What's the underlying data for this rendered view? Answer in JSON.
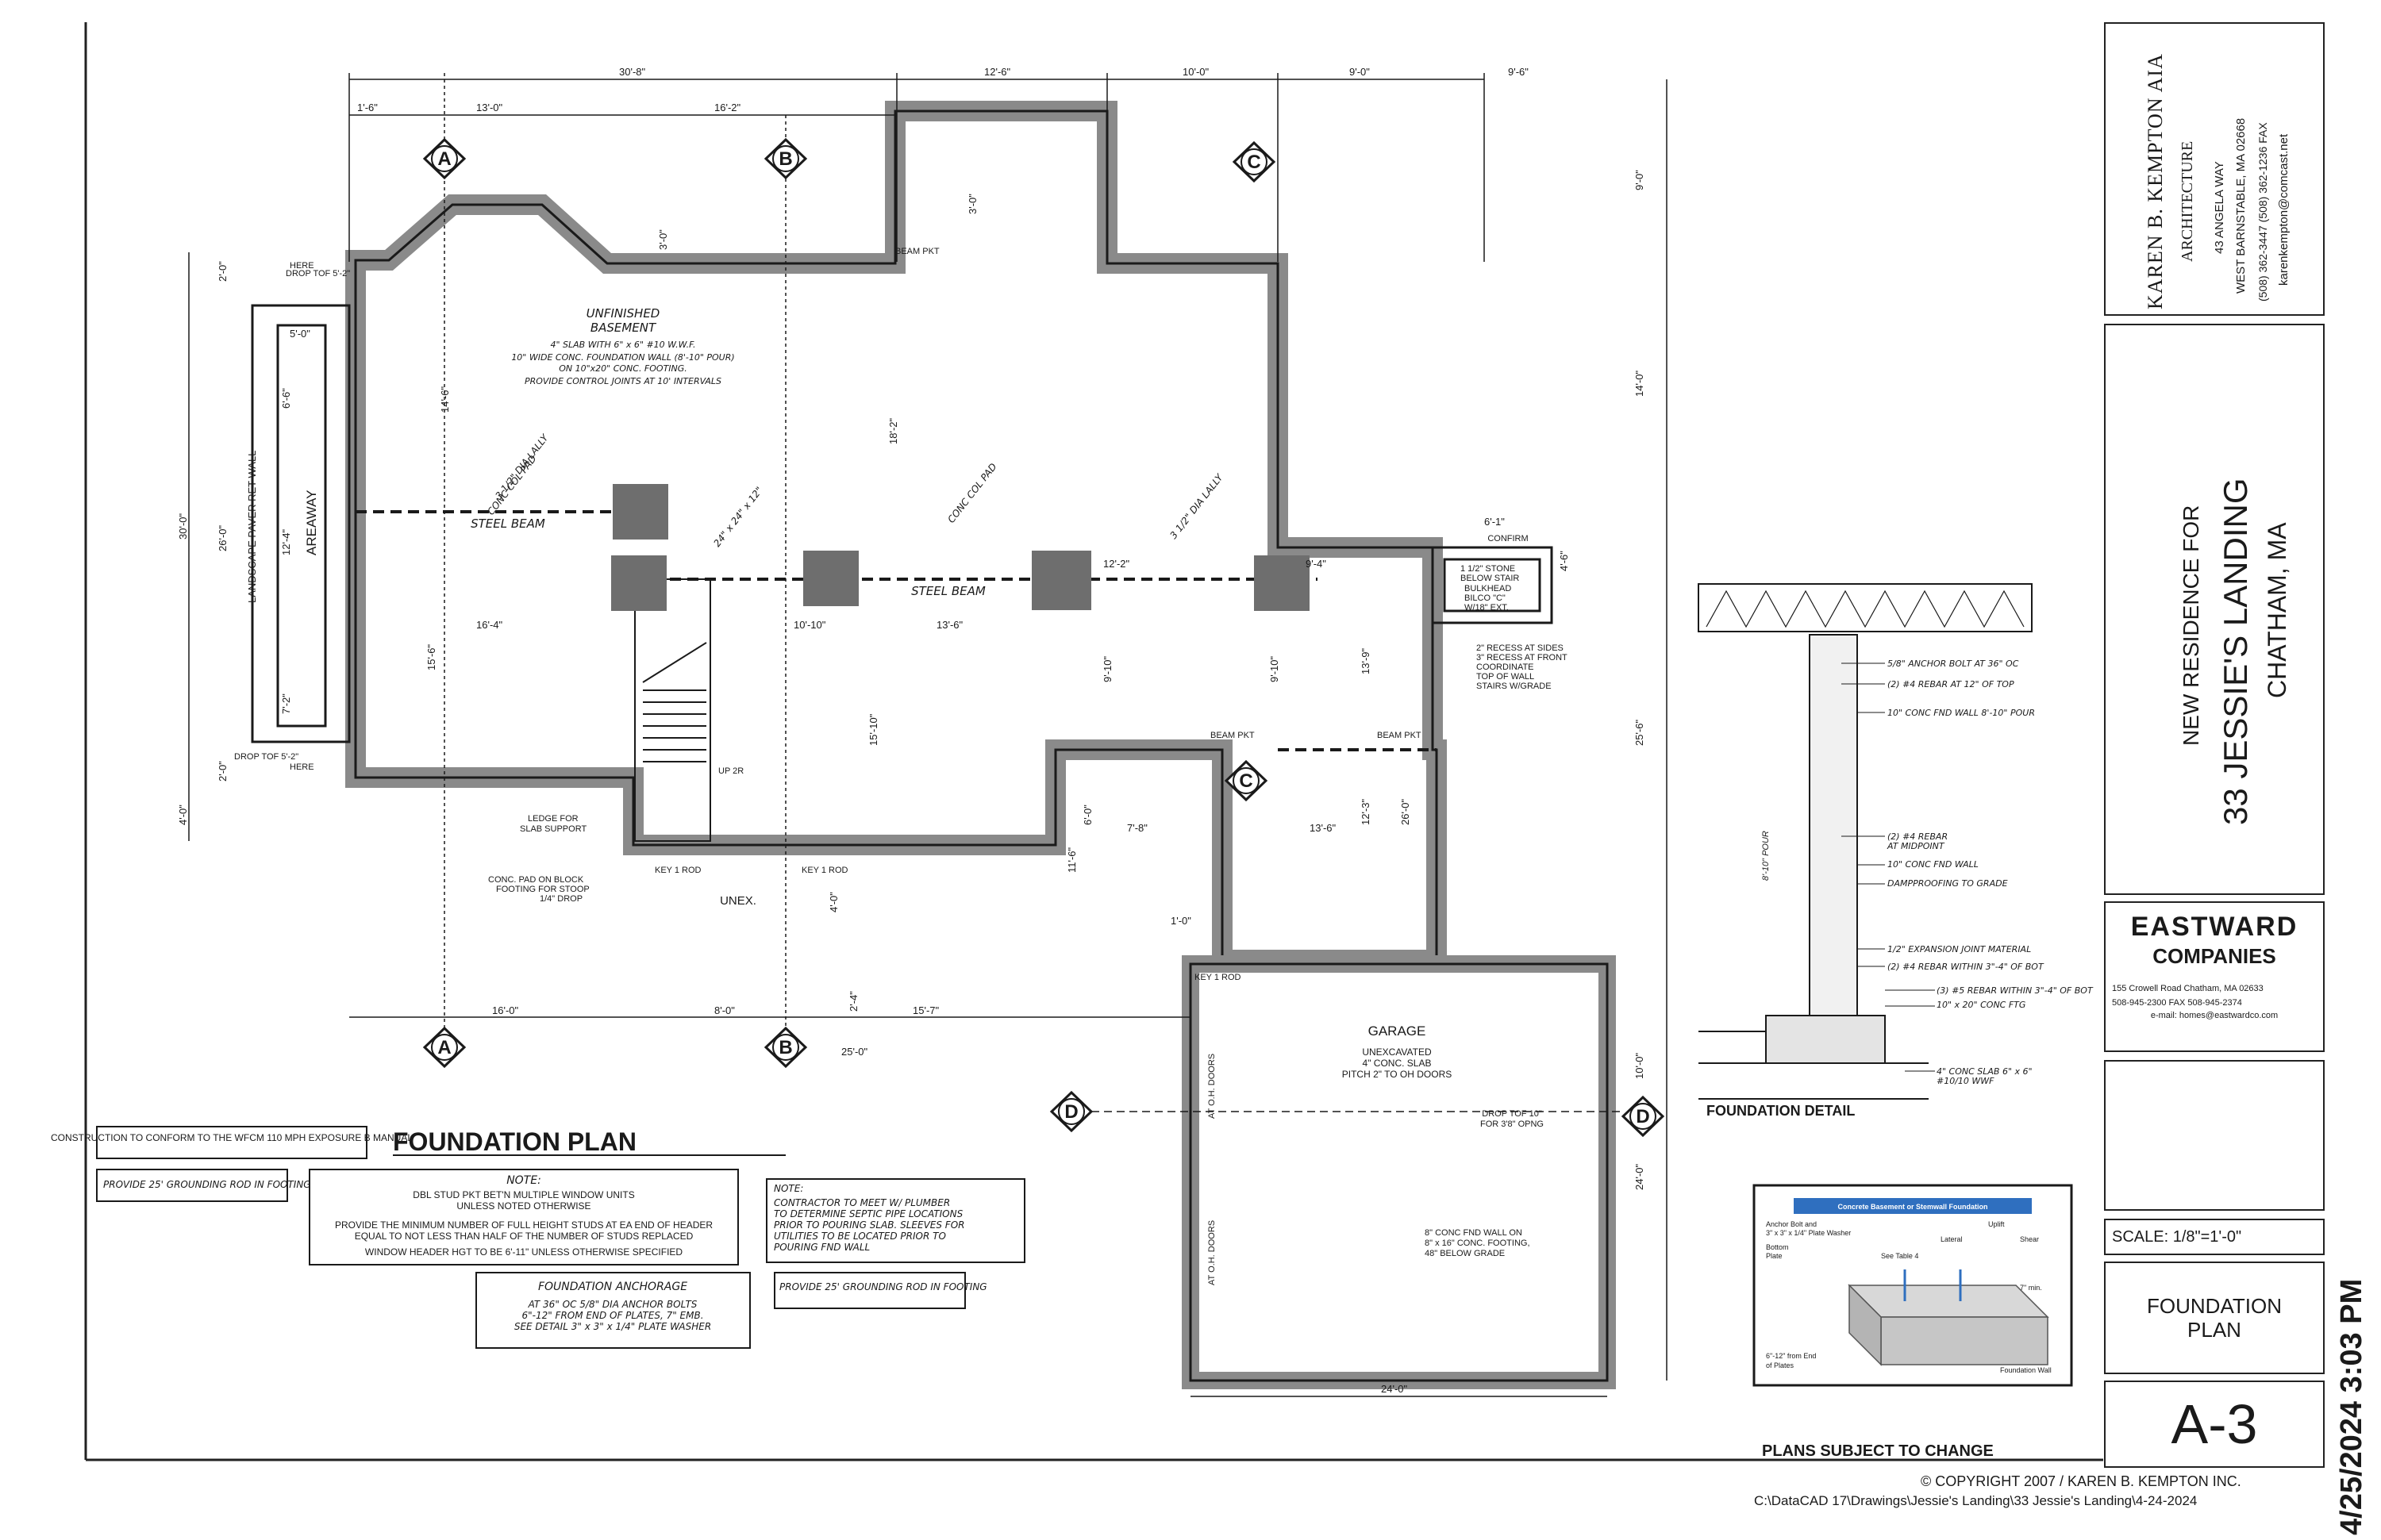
{
  "drawing": {
    "title": "FOUNDATION PLAN",
    "conformance": "CONSTRUCTION TO CONFORM TO THE WFCM 110 MPH EXPOSURE B MANUAL",
    "grounding_note": "PROVIDE 25' GROUNDING ROD IN FOOTING",
    "note_heading": "NOTE:",
    "note_lines": [
      "DBL STUD PKT BET'N MULTIPLE WINDOW UNITS",
      "UNLESS NOTED OTHERWISE",
      "PROVIDE THE MINIMUM NUMBER OF FULL HEIGHT STUDS AT EA END OF HEADER",
      "EQUAL TO NOT LESS THAN HALF OF THE NUMBER OF STUDS REPLACED",
      "WINDOW HEADER HGT TO BE 6'-11\" UNLESS OTHERWISE SPECIFIED"
    ],
    "note2_heading": "NOTE:",
    "note2_lines": [
      "CONTRACTOR TO MEET W/ PLUMBER",
      "TO DETERMINE SEPTIC PIPE LOCATIONS",
      "PRIOR TO POURING SLAB. SLEEVES FOR",
      "UTILITIES TO BE LOCATED PRIOR TO",
      "POURING FND WALL"
    ],
    "anchorage_heading": "FOUNDATION ANCHORAGE",
    "anchorage_lines": [
      "AT 36\" OC 5/8\" DIA ANCHOR BOLTS",
      "6\"-12\" FROM END OF PLATES, 7\" EMB.",
      "SEE DETAIL  3\" x 3\" x 1/4\" PLATE WASHER"
    ],
    "grounding_note_2": "PROVIDE 25' GROUNDING ROD IN FOOTING",
    "plans_subject": "PLANS SUBJECT TO CHANGE",
    "copyright": "© COPYRIGHT 2007 / KAREN B. KEMPTON INC.",
    "file_path": "C:\\DataCAD 17\\Drawings\\Jessie's Landing\\33 Jessie's Landing\\4-24-2024"
  },
  "rooms": {
    "basement_title": "UNFINISHED",
    "basement_title2": "BASEMENT",
    "basement_lines": [
      "4\" SLAB WITH 6\" x 6\" #10 W.W.F.",
      "10\" WIDE CONC. FOUNDATION WALL (8'-10\" POUR)",
      "ON 10\"x20\" CONC. FOOTING.",
      "PROVIDE CONTROL JOINTS AT 10' INTERVALS"
    ],
    "garage_title": "GARAGE",
    "garage_lines": [
      "UNEXCAVATED",
      "4\" CONC. SLAB",
      "PITCH 2\" TO OH DOORS"
    ],
    "areaway": "AREAWAY",
    "unex": "UNEX.",
    "steel_beam": "STEEL BEAM",
    "steel_beam_2": "STEEL BEAM",
    "landscape": "LANDSCAPE PAVER RET WALL",
    "confirm": "CONFIRM",
    "stone_lines": [
      "1 1/2\" STONE",
      "BELOW STAIR",
      "BULKHEAD",
      "BILCO \"C\"",
      "W/18\" EXT."
    ],
    "recess_lines": [
      "2\" RECESS AT SIDES",
      "3\" RECESS AT FRONT",
      "COORDINATE",
      "TOP OF WALL",
      "STAIRS W/GRADE"
    ],
    "ledge_lines": [
      "LEDGE FOR",
      "SLAB SUPPORT"
    ],
    "conc_pad_lines": [
      "CONC. PAD ON BLOCK",
      "FOOTING FOR STOOP",
      "1/4\" DROP"
    ],
    "drop_top_1": "DROP TOF 5'-2\"",
    "drop_top_2": "DROP TOF 5'-2\"",
    "here": "HERE",
    "here_2": "HERE",
    "drop_top_garage": "DROP TOF 10\"",
    "drop_for_ohd": "FOR 3'8\" OPNG",
    "conc_fnd_lines": [
      "8\" CONC FND WALL ON",
      "8\" x 16\" CONC. FOOTING,",
      "48\" BELOW GRADE"
    ],
    "oh_doors": "AT O.H. DOORS",
    "oh_doors_2": "AT O.H. DOORS",
    "beam_pkt": "BEAM PKT",
    "up_2r": "UP 2R",
    "key_rod": "KEY 1 ROD"
  },
  "dimensions": {
    "top": [
      "30'-8\"",
      "12'-6\"",
      "10'-0\"",
      "9'-0\"",
      "9'-6\""
    ],
    "top2": [
      "1'-6\"",
      "13'-0\"",
      "16'-2\""
    ],
    "right": [
      "9'-0\"",
      "14'-0\"",
      "25'-6\"",
      "10'-0\"",
      "24'-0\""
    ],
    "left": [
      "2'-0\"",
      "30'-0\"",
      "26'-0\"",
      "2'-0\"",
      "4'-0\""
    ],
    "bottom": [
      "16'-0\"",
      "8'-0\"",
      "15'-7\"",
      "25'-0\"",
      "24'-0\""
    ],
    "interior": [
      "16'-4\"",
      "10'-10\"",
      "13'-6\"",
      "12'-2\"",
      "9'-4\"",
      "9'-10\"",
      "15'-10\"",
      "18'-2\"",
      "14'-6\"",
      "15'-6\"",
      "5'-0\"",
      "6'-6\"",
      "12'-4\"",
      "7'-2\"",
      "7'-8\"",
      "13'-6\"",
      "13'-9\"",
      "12'-3\"",
      "26'-0\"",
      "6'-1\"",
      "4'-6\"",
      "1'-0\"",
      "3'-0\"",
      "9'-0\"",
      "6'-0\"",
      "11'-6\"",
      "4'-0\"",
      "2'-4\""
    ],
    "columns": [
      "3 1/2\" DIA LALLY",
      "24\" x 24\" x 12\"",
      "CONC COL PAD"
    ]
  },
  "grid_markers": {
    "A": "A",
    "B": "B",
    "C": "C",
    "D": "D"
  },
  "detail": {
    "title": "FOUNDATION DETAIL",
    "lines": [
      "5/8\" ANCHOR BOLT AT 36\" OC",
      "(2) #4 REBAR AT 12\" OF TOP",
      "10\" CONC FND WALL 8'-10\" POUR",
      "(2) #4 REBAR",
      "AT MIDPOINT",
      "10\" CONC FND WALL",
      "DAMPPROOFING TO GRADE",
      "1/2\" EXPANSION JOINT MATERIAL",
      "(2) #4 REBAR WITHIN 3\"-4\" OF BOT",
      "(3) #5 REBAR WITHIN 3\"-4\" OF BOT",
      "10\" x 20\" CONC FTG",
      "4\" CONC SLAB 6\" x 6\"",
      "#10/10 WWF"
    ],
    "pour": "8'-10\" POUR",
    "inset_title": "Concrete Basement or Stemwall Foundation",
    "inset_labels": [
      "Anchor Bolt and",
      "3\" x 3\" x 1/4\" Plate Washer",
      "Bottom",
      "Plate",
      "Uplift",
      "Lateral",
      "Shear",
      "See Table 4",
      "7\" min.",
      "6\"-12\" from End",
      "of Plates",
      "Foundation Wall"
    ]
  },
  "title_block": {
    "architect_name": "KAREN B. KEMPTON AIA",
    "architect_sub": "ARCHITECTURE",
    "architect_addr1": "43 ANGELA WAY",
    "architect_addr2": "WEST BARNSTABLE, MA  02668",
    "architect_phone": "(508) 362-3447  (508) 362-1236 FAX",
    "architect_email": "karenkempton@comcast.net",
    "project_for": "NEW RESIDENCE FOR",
    "project_name": "33 JESSIE'S LANDING",
    "project_location": "CHATHAM, MA",
    "builder_name": "EASTWARD",
    "builder_name2": "COMPANIES",
    "builder_addr": "155 Crowell Road  Chatham, MA 02633",
    "builder_phone": "508-945-2300      FAX 508-945-2374",
    "builder_email": "e-mail: homes@eastwardco.com",
    "scale": "SCALE: 1/8\"=1'-0\"",
    "sheet_title": "FOUNDATION PLAN",
    "sheet_number": "A-3",
    "date_stamp": "4/25/2024 3:03 PM"
  },
  "colors": {
    "ink": "#1a1a1a",
    "wall_fill": "#8a8a8a",
    "column_fill": "#6e6e6e",
    "inset_blue": "#2f6fbf"
  }
}
